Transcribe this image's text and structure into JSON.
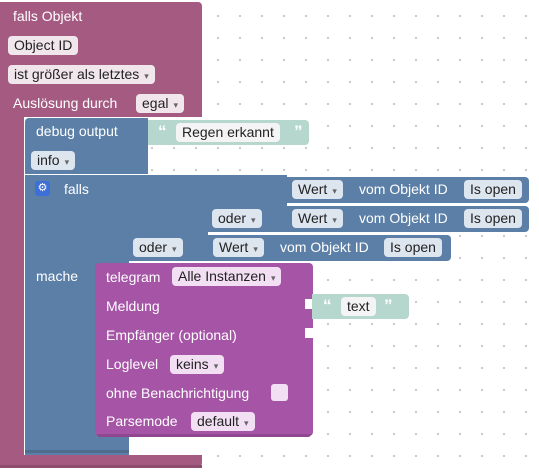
{
  "trigger": {
    "title": "falls Objekt",
    "object_field": "Object ID",
    "condition_select": "ist größer als letztes",
    "trigger_label": "Auslösung durch",
    "trigger_select": "egal"
  },
  "debug": {
    "label": "debug output",
    "text_value": "Regen erkannt",
    "level_select": "info"
  },
  "if_block": {
    "label": "falls",
    "do_label": "mache",
    "conditions": [
      {
        "operator": "",
        "value_select": "Wert",
        "of_label": "vom Objekt ID",
        "object": "Is open"
      },
      {
        "operator": "oder",
        "value_select": "Wert",
        "of_label": "vom Objekt ID",
        "object": "Is open"
      },
      {
        "operator": "oder",
        "value_select": "Wert",
        "of_label": "vom Objekt ID",
        "object": "Is open"
      }
    ]
  },
  "telegram": {
    "label": "telegram",
    "instance_select": "Alle Instanzen",
    "message_label": "Meldung",
    "message_text": "text",
    "recipient_label": "Empfänger (optional)",
    "loglevel_label": "Loglevel",
    "loglevel_select": "keins",
    "silent_label": "ohne Benachrichtigung",
    "parsemode_label": "Parsemode",
    "parsemode_select": "default"
  },
  "icons": {
    "dropdown": "▾",
    "quote_open": "“",
    "quote_close": "”",
    "gear": "⚙"
  },
  "colors": {
    "trigger": "#a55b81",
    "logic": "#5b7fa6",
    "telegram": "#a554a6",
    "text": "#b6d7cd"
  }
}
